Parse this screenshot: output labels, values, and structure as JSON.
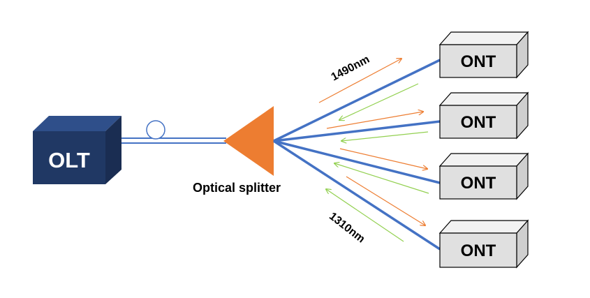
{
  "olt": {
    "label": "OLT"
  },
  "splitter": {
    "label": "Optical splitter"
  },
  "onts": [
    {
      "label": "ONT"
    },
    {
      "label": "ONT"
    },
    {
      "label": "ONT"
    },
    {
      "label": "ONT"
    }
  ],
  "wavelengths": {
    "downstream": "1490nm",
    "upstream": "1310nm"
  },
  "colors": {
    "olt_front": "#203864",
    "olt_side": "#1a2d52",
    "olt_top": "#2f4f8a",
    "ont_face": "#e0e0e0",
    "ont_top": "#f2f2f2",
    "ont_side": "#cfcfcf",
    "fiber": "#4472c4",
    "splitter": "#ed7d31",
    "downstream_arrow": "#ed7d31",
    "upstream_arrow": "#92d050"
  }
}
